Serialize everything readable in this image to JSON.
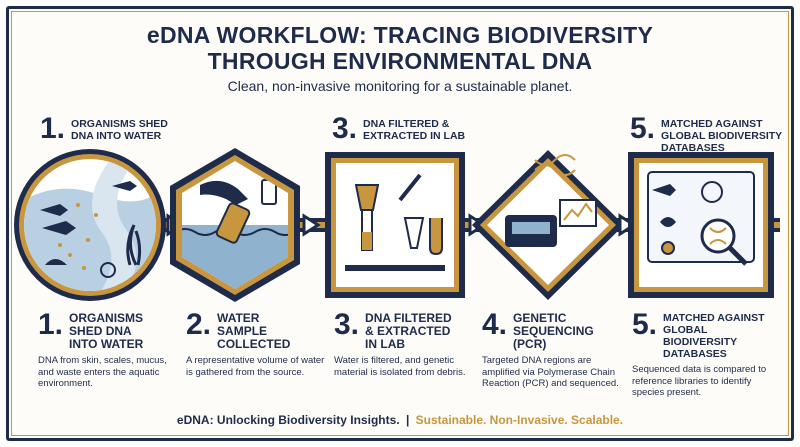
{
  "header": {
    "title_line1": "eDNA WORKFLOW: TRACING BIODIVERSITY",
    "title_line2": "THROUGH ENVIRONMENTAL DNA",
    "subtitle": "Clean, non-invasive monitoring for a sustainable planet."
  },
  "top_steps": [
    {
      "num": "1.",
      "label_line1": "ORGANISMS SHED",
      "label_line2": "DNA INTO WATER",
      "label_line3": ""
    },
    {
      "num": "3.",
      "label_line1": "DNA FILTERED &",
      "label_line2": "EXTRACTED IN LAB",
      "label_line3": ""
    },
    {
      "num": "5.",
      "label_line1": "MATCHED AGAINST",
      "label_line2": "GLOBAL BIODIVERSITY",
      "label_line3": "DATABASES"
    }
  ],
  "steps": [
    {
      "num": "1.",
      "label_line1": "ORGANISMS",
      "label_line2": "SHED DNA",
      "label_line3": "INTO WATER",
      "desc": "DNA from skin, scales, mucus, and waste enters the aquatic environment."
    },
    {
      "num": "2.",
      "label_line1": "WATER",
      "label_line2": "SAMPLE",
      "label_line3": "COLLECTED",
      "desc": "A representative volume of water is gathered from the source."
    },
    {
      "num": "3.",
      "label_line1": "DNA FILTERED",
      "label_line2": "& EXTRACTED",
      "label_line3": "IN LAB",
      "desc": "Water is filtered, and genetic material is isolated from debris."
    },
    {
      "num": "4.",
      "label_line1": "GENETIC",
      "label_line2": "SEQUENCING",
      "label_line3": "(PCR)",
      "desc": "Targeted DNA regions are amplified via Polymerase Chain Reaction (PCR) and sequenced."
    },
    {
      "num": "5.",
      "label_line1": "MATCHED AGAINST",
      "label_line2": "GLOBAL BIODIVERSITY",
      "label_line3": "DATABASES",
      "desc": "Sequenced data is compared to reference libraries to identify species present."
    }
  ],
  "footer": {
    "main": "eDNA: Unlocking Biodiversity Insights.",
    "separator": "|",
    "tagline": "Sustainable. Non-Invasive. Scalable."
  },
  "colors": {
    "navy": "#1e2b4a",
    "gold": "#c8963e",
    "water": "#8fb3cf",
    "paper": "#fdfcf8"
  },
  "icons": [
    "fish-icon",
    "seaweed-icon",
    "shell-icon",
    "gloved-hand-icon",
    "sample-bottle-icon",
    "filter-funnel-icon",
    "pipette-icon",
    "test-tube-icon",
    "dna-helix-icon",
    "sequencer-icon",
    "monitor-icon",
    "frog-icon",
    "magnifier-icon",
    "network-icon",
    "bacteria-icon",
    "arrow-right-icon"
  ]
}
